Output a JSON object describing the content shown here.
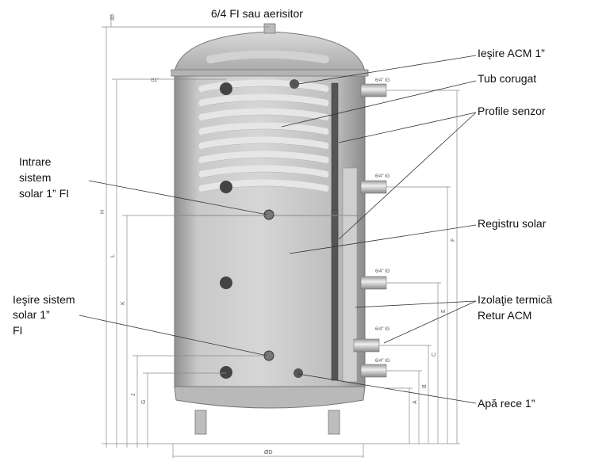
{
  "labels": {
    "top": "6/4 FI sau aerisitor",
    "iesire_acm": "Ieşire ACM 1”",
    "tub_corugat": "Tub corugat",
    "profile_senzor": "Profile senzor",
    "intrare_l1": "Intrare",
    "intrare_l2": "sistem",
    "intrare_l3": "solar 1” FI",
    "registru_solar": "Registru solar",
    "iesire_sistem_l1": "Ieşire sistem",
    "iesire_sistem_l2": "solar 1”",
    "iesire_sistem_l3": "FI",
    "izolatie": "Izolaţie termică",
    "retur_acm": "Retur ACM",
    "apa_rece": "Apă rece 1”"
  },
  "fittings": {
    "g1": "G1\"",
    "ig": "6/4\" IG"
  },
  "dimensions": {
    "top_offset": "30",
    "H": "H",
    "L": "L",
    "K": "K",
    "J": "J",
    "G": "G",
    "F": "F",
    "E": "E",
    "C": "C",
    "B": "B",
    "A": "A",
    "diameter": "ØD"
  },
  "colors": {
    "tank_body": "#c4c4c4",
    "tank_shadow": "#9a9a9a",
    "coil": "#d8d8d8",
    "line": "#444444",
    "dim_line": "#888888"
  }
}
